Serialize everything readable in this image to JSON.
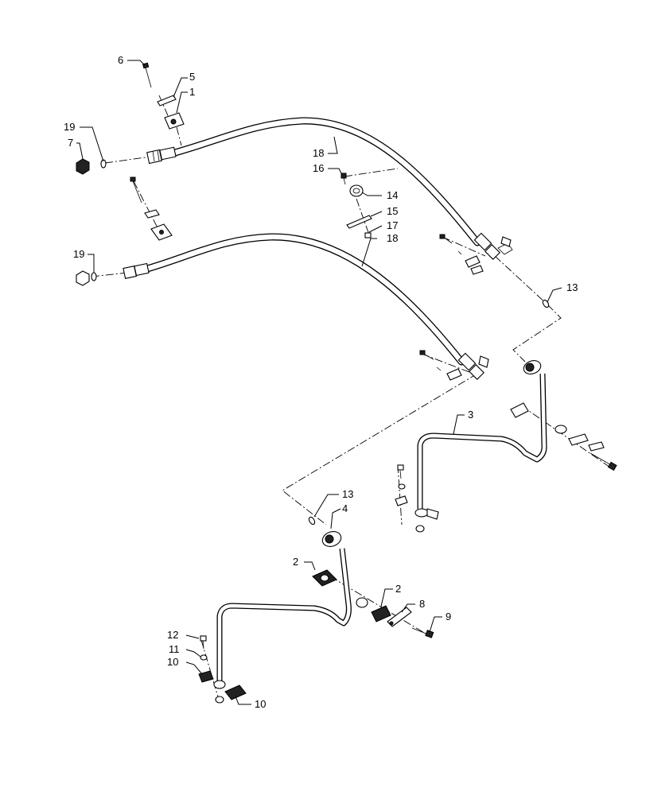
{
  "callouts": {
    "c1": "1",
    "c2a": "2",
    "c2b": "2",
    "c3": "3",
    "c4": "4",
    "c5": "5",
    "c6": "6",
    "c7": "7",
    "c8": "8",
    "c9": "9",
    "c10a": "10",
    "c10b": "10",
    "c11": "11",
    "c12": "12",
    "c13a": "13",
    "c13b": "13",
    "c14": "14",
    "c15": "15",
    "c16": "16",
    "c17": "17",
    "c18a": "18",
    "c18b": "18",
    "c19a": "19",
    "c19b": "19"
  }
}
